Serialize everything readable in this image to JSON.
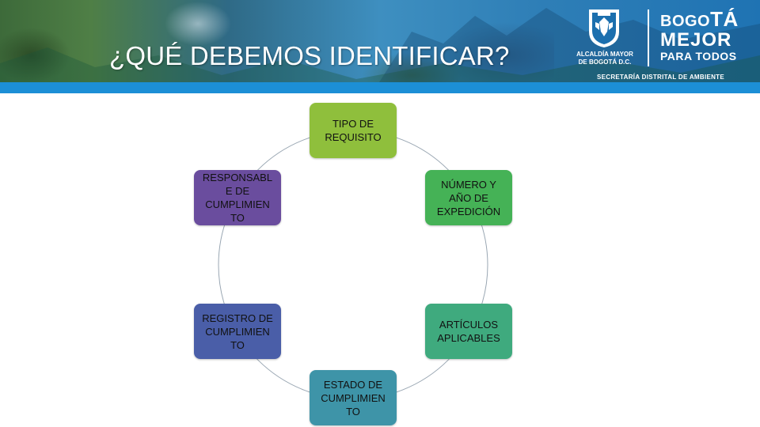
{
  "header": {
    "title": "¿QUÉ DEBEMOS IDENTIFICAR?",
    "alcaldia_line1": "ALCALDÍA MAYOR",
    "alcaldia_line2": "DE BOGOTÁ D.C.",
    "brand_line1_a": "BOGO",
    "brand_line1_b": "TÁ",
    "brand_line2": "MEJOR",
    "brand_line3": "PARA TODOS",
    "secretaria": "SECRETARÍA DISTRITAL DE AMBIENTE"
  },
  "diagram": {
    "nodes": [
      {
        "label": "TIPO DE REQUISITO",
        "color": "#8fbf3c"
      },
      {
        "label": "NÚMERO Y AÑO DE EXPEDICIÓN",
        "color": "#45b256"
      },
      {
        "label": "ARTÍCULOS APLICABLES",
        "color": "#3faa7e"
      },
      {
        "label": "ESTADO DE CUMPLIMIEN TO",
        "color": "#3e94a8"
      },
      {
        "label": "REGISTRO DE CUMPLIMIEN TO",
        "color": "#4a5ea8"
      },
      {
        "label": "RESPONSABL E DE CUMPLIMIEN TO",
        "color": "#6a4d9e"
      }
    ]
  }
}
